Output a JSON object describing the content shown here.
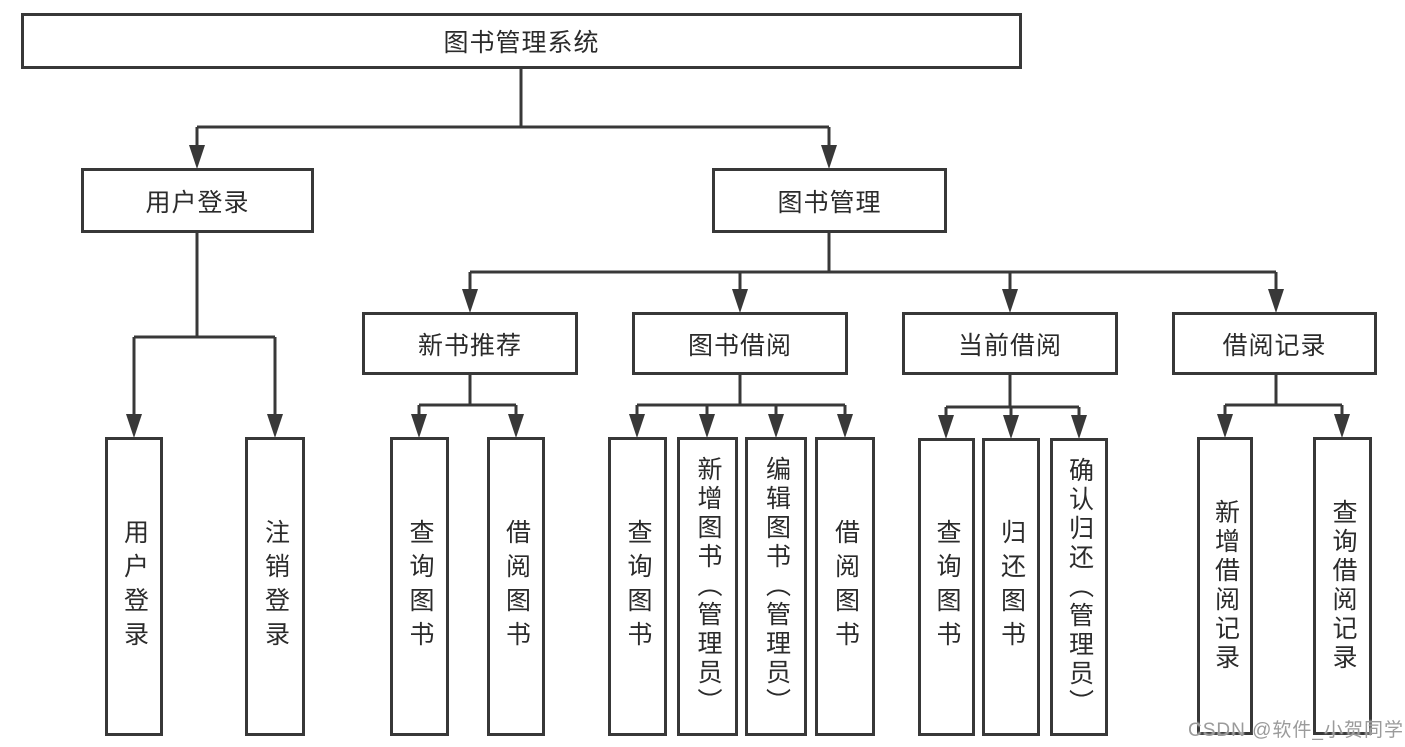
{
  "diagram": {
    "root": {
      "label": "图书管理系统"
    },
    "level2": [
      {
        "label": "用户登录",
        "children": [
          {
            "label": "用户登录"
          },
          {
            "label": "注销登录"
          }
        ]
      },
      {
        "label": "图书管理",
        "children": [
          {
            "label": "新书推荐",
            "children": [
              {
                "label": "查询图书"
              },
              {
                "label": "借阅图书"
              }
            ]
          },
          {
            "label": "图书借阅",
            "children": [
              {
                "label": "查询图书"
              },
              {
                "label": "新增图书（管理员）"
              },
              {
                "label": "编辑图书（管理员）"
              },
              {
                "label": "借阅图书"
              }
            ]
          },
          {
            "label": "当前借阅",
            "children": [
              {
                "label": "查询图书"
              },
              {
                "label": "归还图书"
              },
              {
                "label": "确认归还（管理员）"
              }
            ]
          },
          {
            "label": "借阅记录",
            "children": [
              {
                "label": "新增借阅记录"
              },
              {
                "label": "查询借阅记录"
              }
            ]
          }
        ]
      }
    ]
  },
  "watermark": "CSDN @软件_小贺同学",
  "colors": {
    "line": "#383838",
    "box_border": "#383838",
    "text": "#2b2b2b",
    "watermark": "#9b9b9b",
    "background": "#ffffff"
  }
}
